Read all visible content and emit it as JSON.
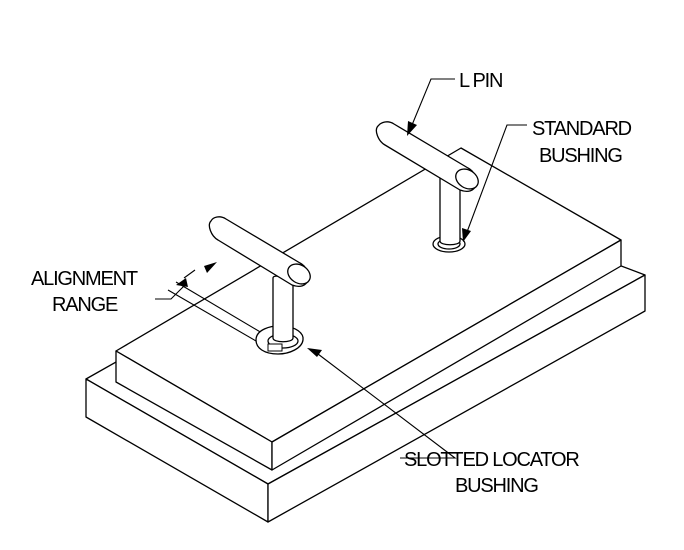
{
  "labels": {
    "l_pin": "L PIN",
    "standard_bushing": [
      "STANDARD",
      "BUSHING"
    ],
    "alignment_range": [
      "ALIGNMENT",
      "RANGE"
    ],
    "slotted_locator_bushing": [
      "SLOTTED LOCATOR",
      "BUSHING"
    ]
  },
  "colors": {
    "line": "#000000",
    "background": "#ffffff"
  }
}
